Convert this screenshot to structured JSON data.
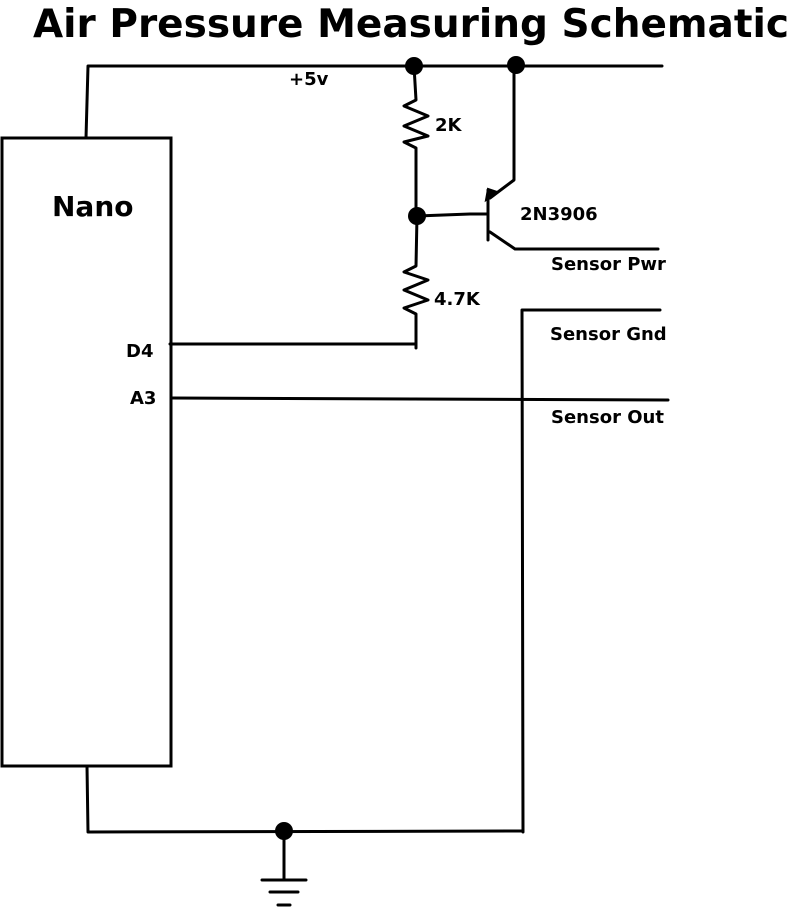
{
  "title": "Air Pressure Measuring Schematic",
  "microcontroller": {
    "name": "Nano",
    "pins": {
      "d4": "D4",
      "a3": "A3"
    }
  },
  "power": {
    "supply_label": "+5v"
  },
  "resistors": {
    "r_top": "2K",
    "r_bottom": "4.7K"
  },
  "transistor": {
    "part": "2N3906"
  },
  "sensor": {
    "power": "Sensor Pwr",
    "ground": "Sensor Gnd",
    "output": "Sensor Out"
  },
  "colors": {
    "ink": "#000000",
    "background": "#ffffff"
  }
}
